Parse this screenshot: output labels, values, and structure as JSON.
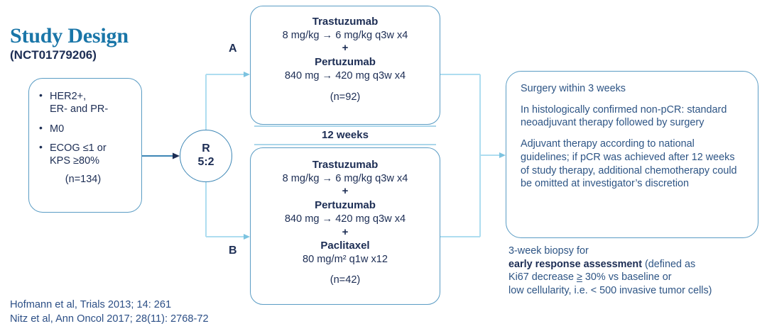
{
  "title": {
    "main": "Study Design",
    "nct": "(NCT01779206)"
  },
  "eligibility": {
    "criteria": [
      "HER2+,\nER- and PR-",
      "M0",
      "ECOG ≤1 or\nKPS ≥80%"
    ],
    "n": "(n=134)"
  },
  "randomization": {
    "label": "R",
    "ratio": "5:2"
  },
  "arms": [
    {
      "letter": "A",
      "drugs": [
        {
          "name": "Trastuzumab",
          "dose": "8 mg/kg → 6 mg/kg q3w x4"
        },
        {
          "name": "Pertuzumab",
          "dose": "840 mg → 420 mg q3w x4"
        }
      ],
      "plus": "+",
      "n": "(n=92)"
    },
    {
      "letter": "B",
      "drugs": [
        {
          "name": "Trastuzumab",
          "dose": "8 mg/kg → 6 mg/kg q3w x4"
        },
        {
          "name": "Pertuzumab",
          "dose": "840 mg → 420 mg q3w x4"
        },
        {
          "name": "Paclitaxel",
          "dose": "80 mg/m² q1w x12"
        }
      ],
      "plus": "+",
      "n": "(n=42)"
    }
  ],
  "duration_label": "12 weeks",
  "outcome": {
    "paragraphs": [
      "Surgery within 3 weeks",
      "In histologically confirmed non-pCR: standard neoadjuvant therapy followed by surgery",
      "Adjuvant therapy according to national guidelines; if pCR was achieved after 12 weeks of study therapy, additional chemotherapy could be omitted at investigator’s discretion"
    ]
  },
  "biopsy_note": {
    "line1": "3-week biopsy for",
    "bold": "early response assessment",
    "after_bold": " (defined as",
    "line3_pre": "Ki67 decrease ",
    "line3_geq": "≥",
    "line3_post": " 30% vs baseline or",
    "line4": "low cellularity, i.e. < 500 invasive tumor cells)"
  },
  "citations": [
    "Hofmann et al, Trials 2013; 14: 261",
    "Nitz et al, Ann Oncol 2017; 28(11): 2768-72"
  ],
  "colors": {
    "title_blue": "#1a76a8",
    "navy": "#1c2d54",
    "slate_blue": "#2e5585",
    "border_blue": "#5a9cc4",
    "connector_light": "#aeddf0",
    "connector_dark": "#3d86b5"
  }
}
